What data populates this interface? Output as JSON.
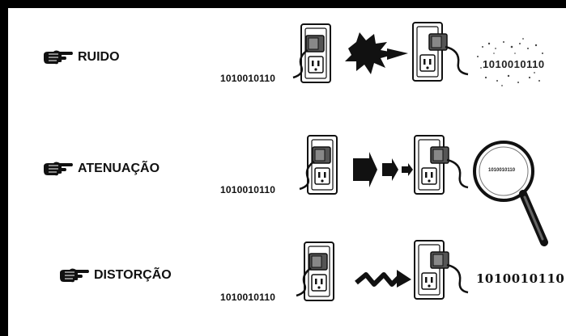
{
  "rows": [
    {
      "label": "RUIDO",
      "bits_in": "1010010110",
      "bits_out": "1010010110",
      "effect": "noise-burst"
    },
    {
      "label": "ATENUAÇÃO",
      "bits_in": "1010010110",
      "bits_out": "1010010110",
      "effect": "shrinking-arrows"
    },
    {
      "label": "DISTORÇÃO",
      "bits_in": "1010010110",
      "bits_out": "1010010110",
      "effect": "zigzag-arrow"
    }
  ],
  "icons": {
    "pointer": "pointing-hand-icon",
    "outlet": "wall-outlet-icon",
    "plug": "plug-icon",
    "noise": "explosion-icon",
    "attenuation": "shrinking-arrow-icon",
    "magnifier": "magnifying-glass-icon",
    "distortion": "zigzag-arrow-icon"
  },
  "colors": {
    "border": "#000000",
    "background": "#ffffff",
    "ink": "#111111"
  }
}
